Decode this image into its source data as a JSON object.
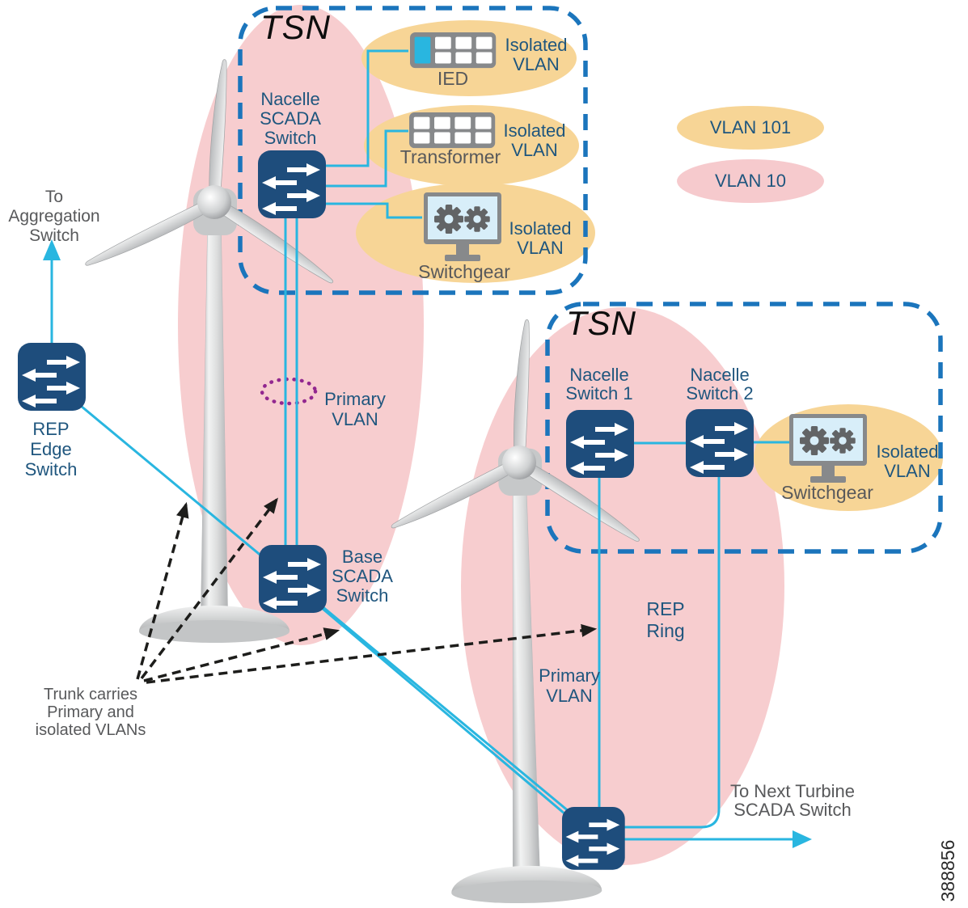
{
  "figure": {
    "number": "388856"
  },
  "legend": {
    "vlan101_label": "VLAN 101",
    "vlan10_label": "VLAN 10"
  },
  "turbine1_zone": {
    "tsn_label": "TSN",
    "nacelle_switch_label": "Nacelle SCADA Switch",
    "devices": {
      "ied": {
        "label": "IED",
        "vlan": "Isolated VLAN"
      },
      "transformer": {
        "label": "Transformer",
        "vlan": "Isolated VLAN"
      },
      "switchgear": {
        "label": "Switchgear",
        "vlan": "Isolated VLAN"
      }
    },
    "primary_vlan_label": "Primary VLAN",
    "base_switch_label": "Base SCADA Switch"
  },
  "turbine2_zone": {
    "tsn_label": "TSN",
    "nacelle_switch1_label": "Nacelle Switch 1",
    "nacelle_switch2_label": "Nacelle Switch 2",
    "switchgear": {
      "label": "Switchgear",
      "vlan": "Isolated VLAN"
    },
    "rep_ring_label": "REP Ring",
    "primary_vlan_label": "Primary VLAN"
  },
  "annotations": {
    "to_aggregation": "To Aggregation Switch",
    "rep_edge_switch": "REP Edge Switch",
    "trunk_note": "Trunk carries Primary and isolated VLANs",
    "to_next_turbine": "To Next Turbine SCADA Switch"
  },
  "colors": {
    "vlan10_pink": "#f7cdcf",
    "vlan101_tan": "#f7d596",
    "link_cyan": "#29b6e0",
    "switch_navy": "#1e4d7c",
    "tsn_border_blue": "#1b75bc",
    "primary_vlan_purple": "#92278f",
    "label_blue": "#1f567e",
    "label_gray": "#58595b"
  }
}
